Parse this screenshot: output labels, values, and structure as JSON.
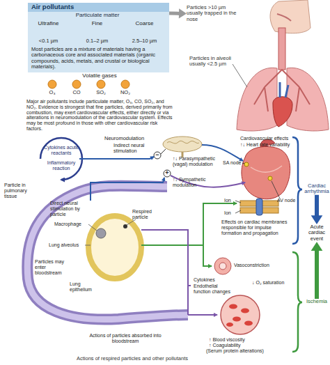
{
  "diagram": {
    "caption": "Actions of respired particles and other pollutants",
    "nodes": [
      {
        "text": [
          "Air pollutants",
          "Particulate matter",
          "Ultrafine",
          "Fine",
          "Coarse",
          "<0.1 µm",
          "0.1–2 µm",
          "2.5–10 µm",
          "Most particles are a mixture of materials having a carbonaceous core and associated materials (organic compounds, acids, metals, and crustal or biological materials)."
        ]
      },
      {
        "text": [
          "Particles >10 µm usually trapped in the nose"
        ]
      },
      {
        "text": [
          "Cardiac arrhythmia"
        ]
      },
      {
        "text": [
          "Acute cardiac event"
        ]
      },
      {
        "text": [
          "Ischemia"
        ]
      }
    ],
    "edges": [
      {
        "from": 0,
        "to": 1,
        "arrow": "to"
      },
      {
        "from": 2,
        "to": 3,
        "arrow": "to"
      },
      {
        "from": 4,
        "to": 3,
        "arrow": "to"
      }
    ],
    "labels": [
      "Volatile gases",
      "O₃",
      "CO",
      "SO₂",
      "NO₂",
      "Particles in alveoli usually <2.5 µm",
      "Major air pollutants include particulate matter, O₃, CO, SO₂, and NO₂. Evidence is strongest that fine particles, derived primarily from combustion, may exert cardiovascular effects, either directly or via alterations in neuromodulation of the cardiovascular system. Effects may be most profound in those with other cardiovascular risk factors.",
      "Neuromodulation",
      "Indirect neural stimulation",
      "−",
      "+",
      "Cytokines acute reactants",
      "Inflammatory reaction",
      "↑↓ Parasympathetic (vagal) modulation",
      "↑↓ Sympathetic modulation",
      "SA node",
      "Cardiovascular effects",
      "↑↓ Heart rate variability",
      "AV node",
      "Particle in pulmonary tissue",
      "Direct neural stimulation by particle",
      "Macrophage",
      "Ion",
      "Ion",
      "Effects on cardiac membranes responsible for impulse formation and propagation",
      "Lung alveolus",
      "Respired particle",
      "Particles may enter bloodstream",
      "Lung epithelium",
      "Vasoconstriction",
      "Endothelial function changes",
      "Cytokines",
      "↓ O₂ saturation",
      "↑ Blood viscosity",
      "↑ Coagulability",
      "(Serum protein alterations)",
      "Actions of particles absorbed into bloodstream"
    ]
  }
}
